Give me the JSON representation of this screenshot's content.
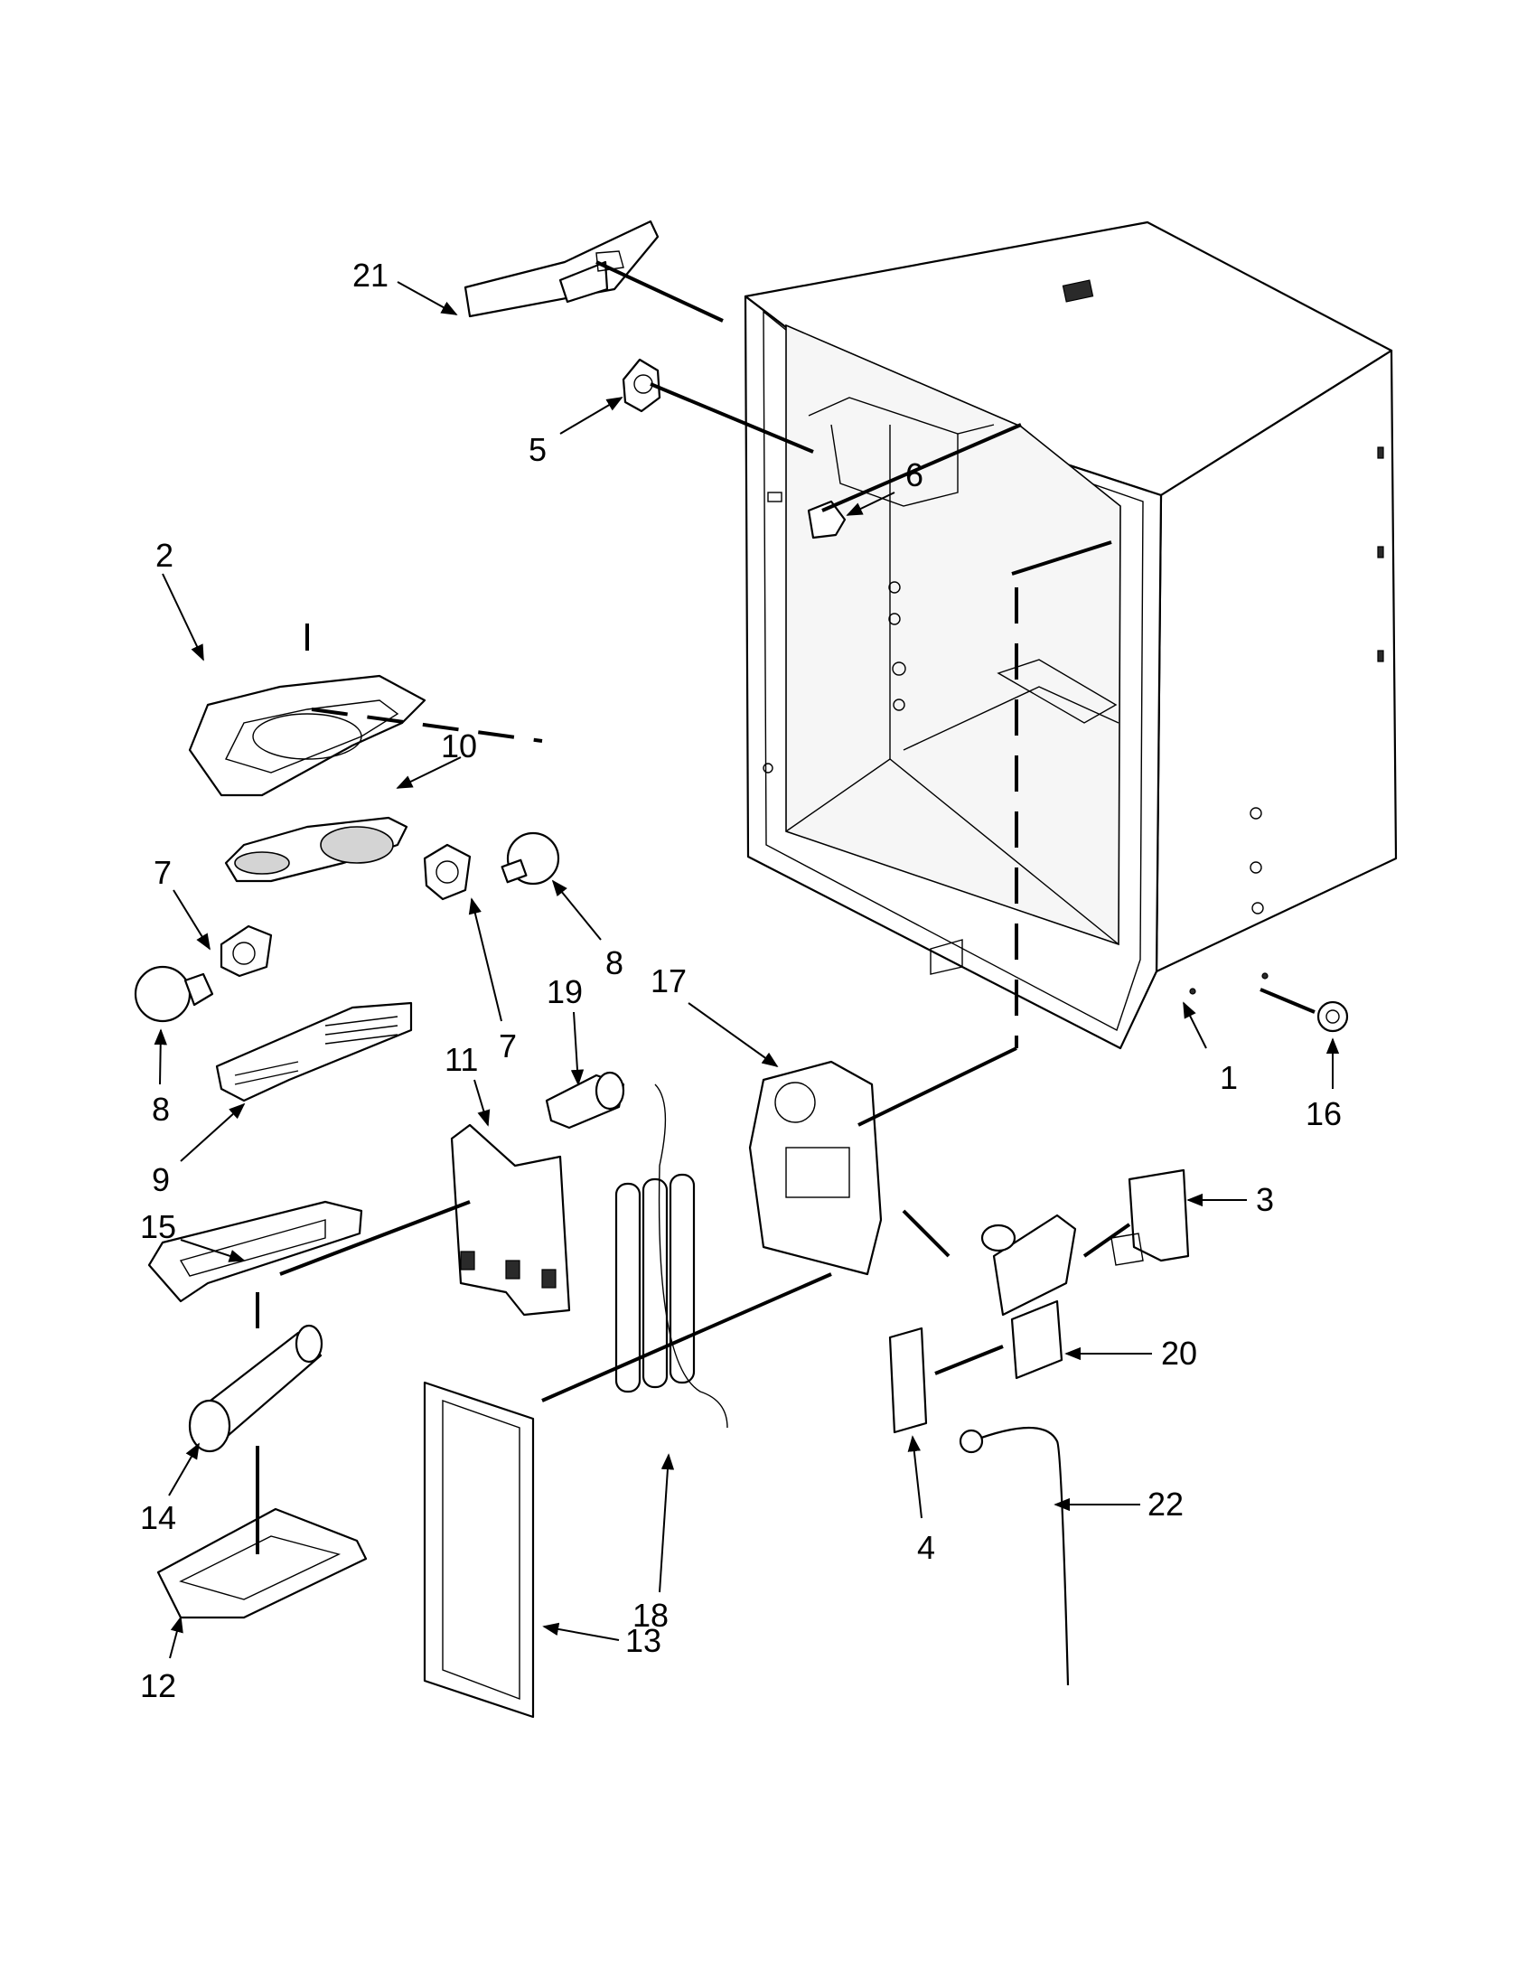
{
  "diagram": {
    "callouts": [
      {
        "id": "1",
        "label": "1"
      },
      {
        "id": "2",
        "label": "2"
      },
      {
        "id": "3",
        "label": "3"
      },
      {
        "id": "4",
        "label": "4"
      },
      {
        "id": "5",
        "label": "5"
      },
      {
        "id": "6",
        "label": "6"
      },
      {
        "id": "7a",
        "label": "7"
      },
      {
        "id": "7b",
        "label": "7"
      },
      {
        "id": "8a",
        "label": "8"
      },
      {
        "id": "8b",
        "label": "8"
      },
      {
        "id": "9",
        "label": "9"
      },
      {
        "id": "10",
        "label": "10"
      },
      {
        "id": "11",
        "label": "11"
      },
      {
        "id": "12",
        "label": "12"
      },
      {
        "id": "13",
        "label": "13"
      },
      {
        "id": "14",
        "label": "14"
      },
      {
        "id": "15",
        "label": "15"
      },
      {
        "id": "16",
        "label": "16"
      },
      {
        "id": "17",
        "label": "17"
      },
      {
        "id": "18",
        "label": "18"
      },
      {
        "id": "19",
        "label": "19"
      },
      {
        "id": "20",
        "label": "20"
      },
      {
        "id": "21",
        "label": "21"
      },
      {
        "id": "22",
        "label": "22"
      }
    ]
  }
}
